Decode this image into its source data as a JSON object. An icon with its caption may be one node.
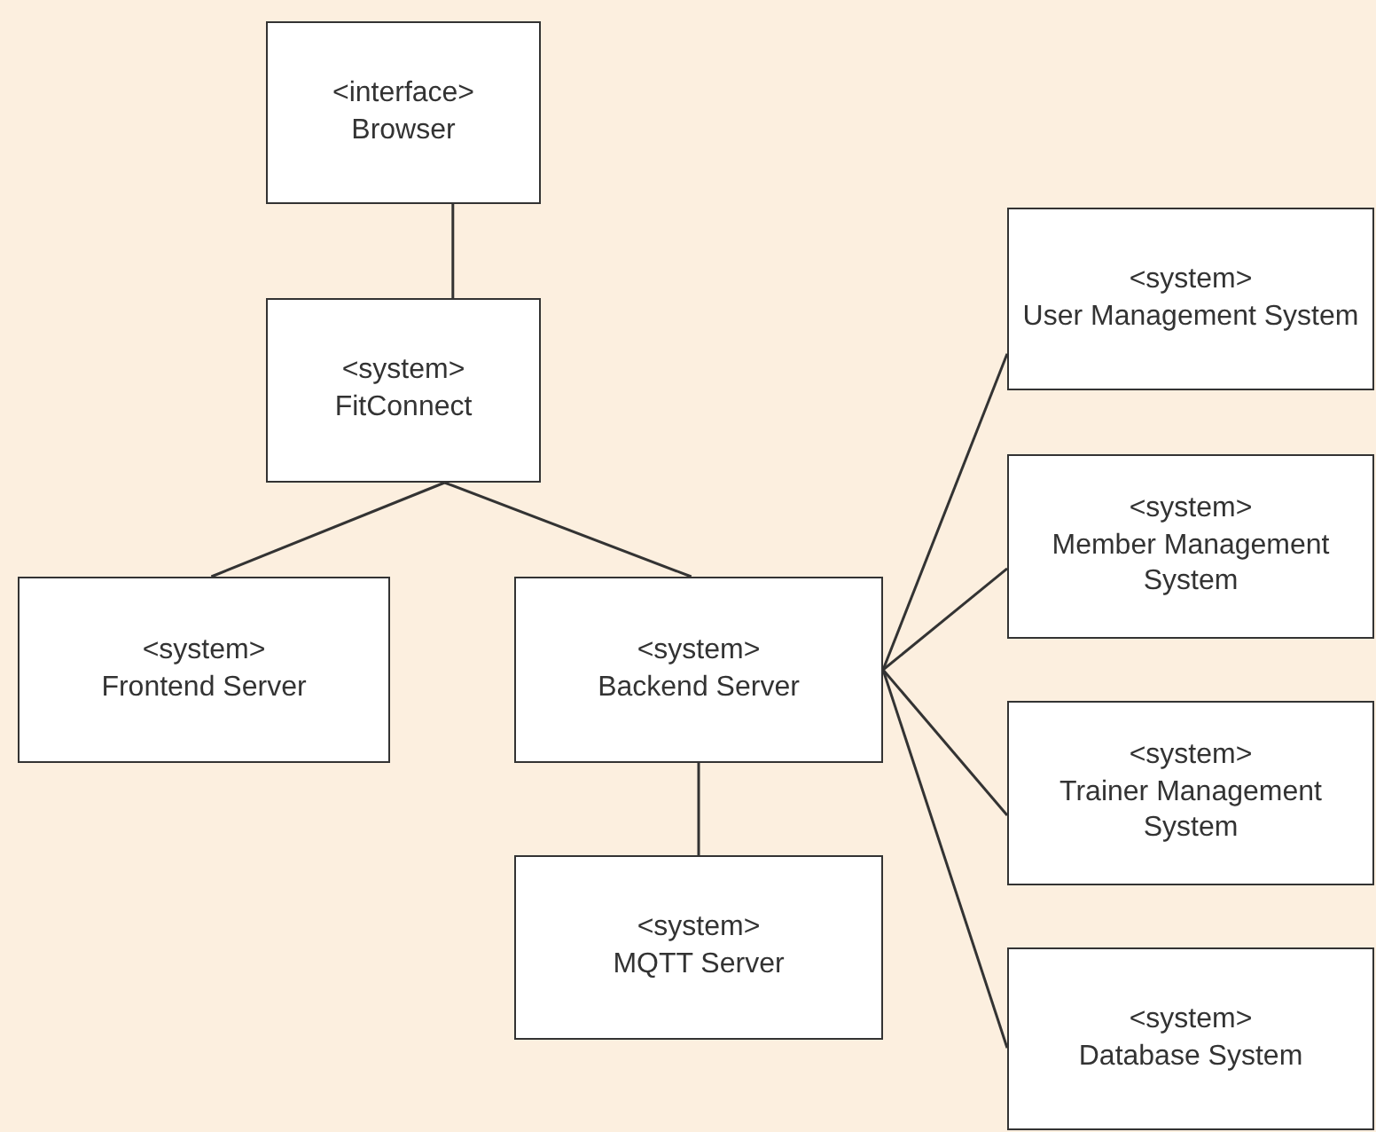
{
  "diagram": {
    "nodes": [
      {
        "text": [
          "<interface>",
          "Browser"
        ]
      },
      {
        "text": [
          "<system>",
          "FitConnect"
        ]
      },
      {
        "text": [
          "<system>",
          "Frontend Server"
        ]
      },
      {
        "text": [
          "<system>",
          "Backend Server"
        ]
      },
      {
        "text": [
          "<system>",
          "MQTT Server"
        ]
      },
      {
        "text": [
          "<system>",
          "User Management System"
        ]
      },
      {
        "text": [
          "<system>",
          "Member Management System"
        ]
      },
      {
        "text": [
          "<system>",
          "Trainer Management System"
        ]
      },
      {
        "text": [
          "<system>",
          "Database System"
        ]
      }
    ],
    "edges": [
      {
        "from": 0,
        "to": 1,
        "arrow": "none"
      },
      {
        "from": 1,
        "to": 2,
        "arrow": "none"
      },
      {
        "from": 1,
        "to": 3,
        "arrow": "none"
      },
      {
        "from": 3,
        "to": 4,
        "arrow": "none"
      },
      {
        "from": 3,
        "to": 5,
        "arrow": "none"
      },
      {
        "from": 3,
        "to": 6,
        "arrow": "none"
      },
      {
        "from": 3,
        "to": 7,
        "arrow": "none"
      },
      {
        "from": 3,
        "to": 8,
        "arrow": "none"
      }
    ]
  }
}
